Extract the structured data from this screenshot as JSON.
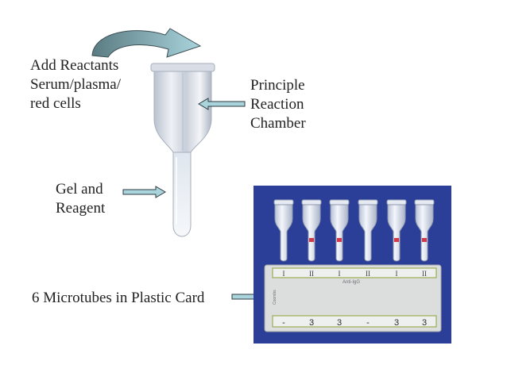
{
  "labels": {
    "add_reactants": [
      "Add Reactants",
      "Serum/plasma/",
      "red cells"
    ],
    "principle": [
      "Principle",
      "Reaction",
      "Chamber"
    ],
    "gel": [
      "Gel and",
      "Reagent"
    ],
    "microtubes": "6 Microtubes in Plastic Card"
  },
  "card": {
    "top_marks": [
      "I",
      "II",
      "I",
      "II",
      "I",
      "II"
    ],
    "title": "Anti-IgG",
    "side_text": "Coombs",
    "bottom_marks": [
      "-",
      "3",
      "3",
      "-",
      "3",
      "3"
    ]
  },
  "colors": {
    "arrow_fill": "#a9d4dc",
    "arrow_dark": "#5a7b82",
    "photo_bg": "#2b3f99",
    "card_color": "#dcdedd",
    "red_cells": "#d23a4a"
  },
  "icons": [
    "curved-arrow-icon",
    "block-arrow-icon"
  ]
}
